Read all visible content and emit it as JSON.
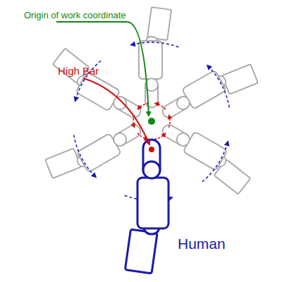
{
  "diagram": {
    "labels": [
      "Origin of work coordinate",
      "High Bar",
      "Human"
    ]
  }
}
